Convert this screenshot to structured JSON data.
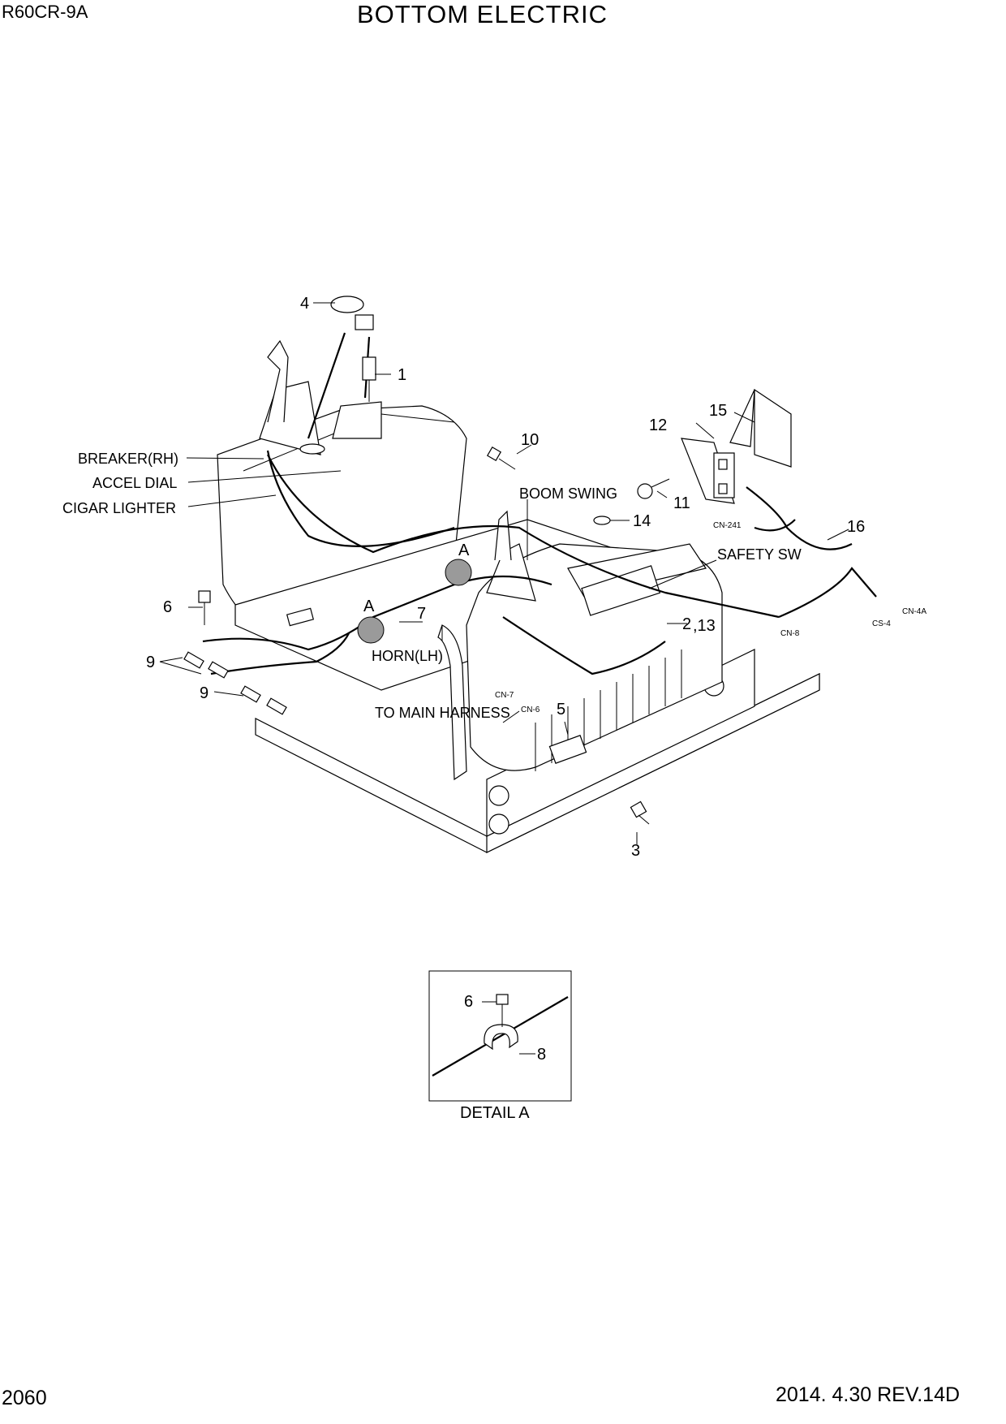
{
  "header": {
    "model": "R60CR-9A",
    "title": "BOTTOM ELECTRIC"
  },
  "footer": {
    "page_number": "2060",
    "revision": "2014. 4.30  REV.14D"
  },
  "callouts": {
    "c1": "1",
    "c2": "2",
    "c13": ",13",
    "c3": "3",
    "c4": "4",
    "c5": "5",
    "c6": "6",
    "c7": "7",
    "c9a": "9",
    "c9b": "9",
    "c10": "10",
    "c11": "11",
    "c12": "12",
    "c14": "14",
    "c15": "15",
    "c16": "16",
    "detailA1": "A",
    "detailA2": "A"
  },
  "labels": {
    "breaker": "BREAKER(RH)",
    "accel": "ACCEL DIAL",
    "cigar": "CIGAR LIGHTER",
    "boom_swing": "BOOM SWING",
    "safety_sw": "SAFETY SW",
    "horn": "HORN(LH)",
    "main_harness": "TO MAIN HARNESS"
  },
  "connectors": {
    "cn241": "CN-241",
    "cn4a": "CN-4A",
    "cs4": "CS-4",
    "cn8": "CN-8",
    "cn7": "CN-7",
    "cn6": "CN-6"
  },
  "detail": {
    "caption": "DETAIL A",
    "c6": "6",
    "c8": "8"
  }
}
